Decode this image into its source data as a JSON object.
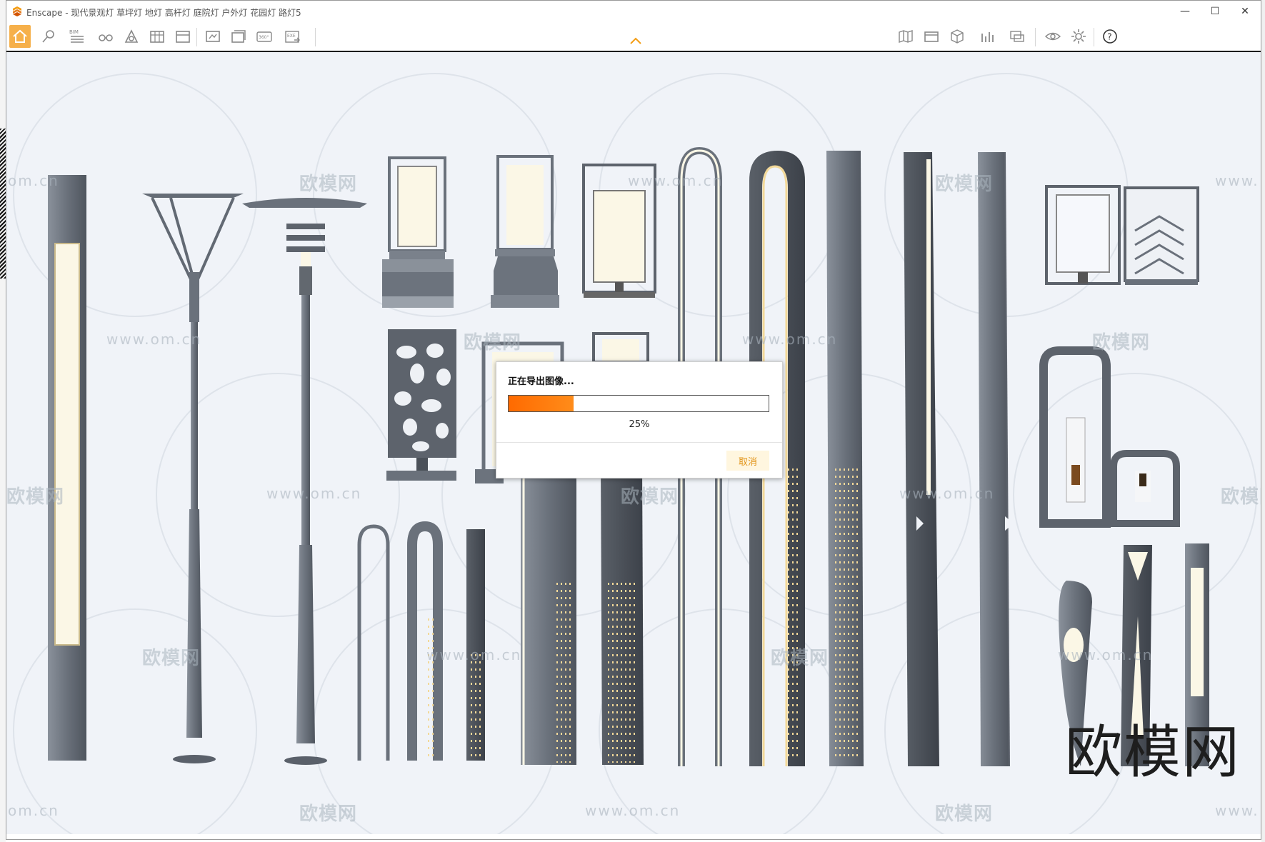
{
  "window": {
    "title": "Enscape - 现代景观灯 草坪灯 地灯 高杆灯 庭院灯 户外灯 花园灯 路灯5",
    "minimize_glyph": "—",
    "maximize_glyph": "☐",
    "close_glyph": "✕"
  },
  "toolbar": {
    "bim_label": "BIM",
    "pano_label": "360°",
    "exe_label": "EXE",
    "help_label": "?"
  },
  "watermark": {
    "brand": "欧模网",
    "url": "www.om.cn",
    "url_partial_left": "om.cn",
    "url_partial_right": "www.",
    "brand_big": "欧模网"
  },
  "dialog": {
    "title": "正在导出图像...",
    "progress": 25,
    "progress_text": "25%",
    "cancel_label": "取消"
  },
  "colors": {
    "accent": "#f6b04a",
    "progress": "#ff6a00",
    "lamp_metal": "#6e7580",
    "lamp_light": "#fbf7e6"
  }
}
